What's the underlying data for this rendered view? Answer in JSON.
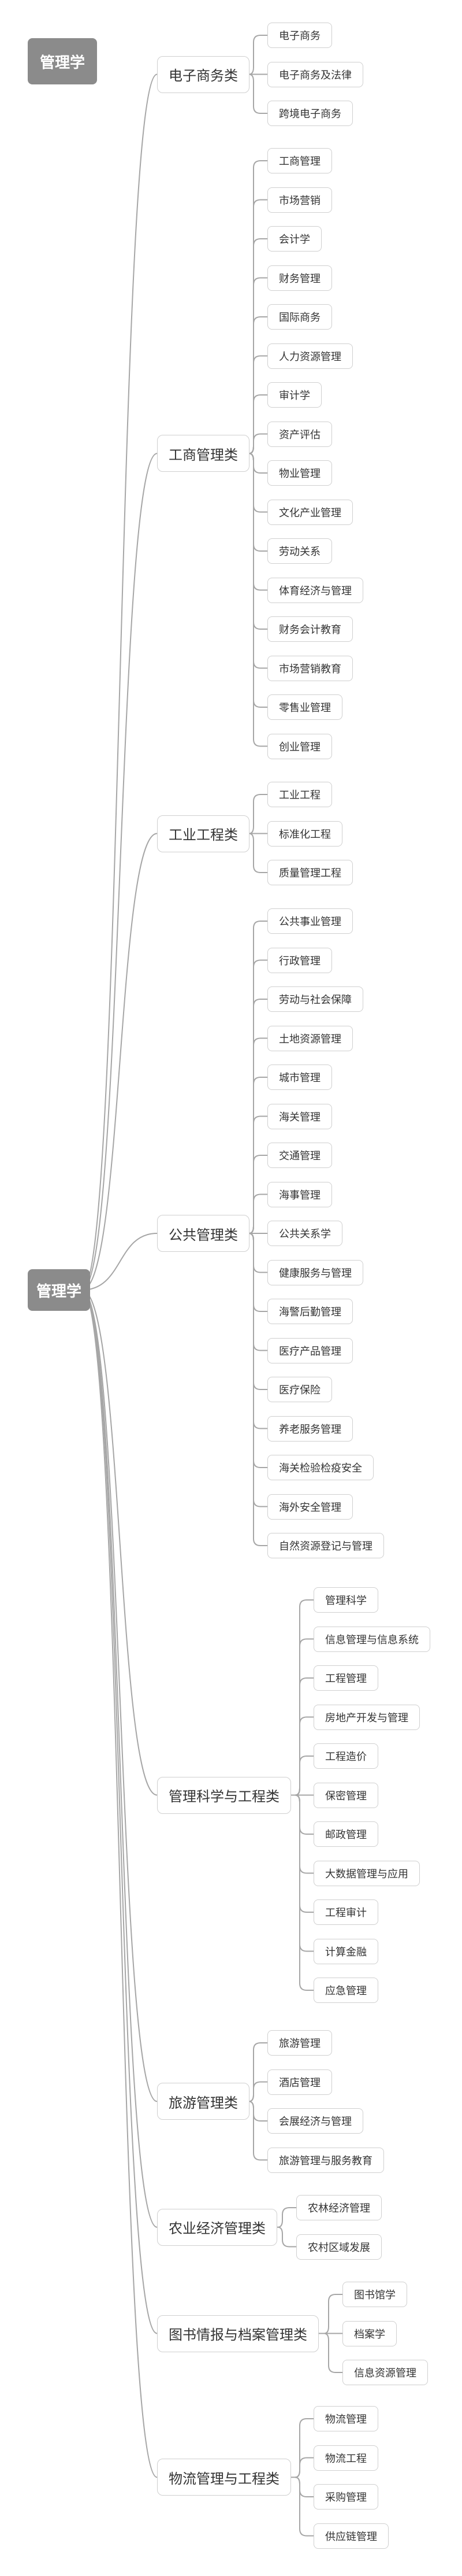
{
  "title": "管理学",
  "root": "管理学",
  "categories": [
    {
      "name": "电子商务类",
      "items": [
        "电子商务",
        "电子商务及法律",
        "跨境电子商务"
      ]
    },
    {
      "name": "工商管理类",
      "items": [
        "工商管理",
        "市场营销",
        "会计学",
        "财务管理",
        "国际商务",
        "人力资源管理",
        "审计学",
        "资产评估",
        "物业管理",
        "文化产业管理",
        "劳动关系",
        "体育经济与管理",
        "财务会计教育",
        "市场营销教育",
        "零售业管理",
        "创业管理"
      ]
    },
    {
      "name": "工业工程类",
      "items": [
        "工业工程",
        "标准化工程",
        "质量管理工程"
      ]
    },
    {
      "name": "公共管理类",
      "items": [
        "公共事业管理",
        "行政管理",
        "劳动与社会保障",
        "土地资源管理",
        "城市管理",
        "海关管理",
        "交通管理",
        "海事管理",
        "公共关系学",
        "健康服务与管理",
        "海警后勤管理",
        "医疗产品管理",
        "医疗保险",
        "养老服务管理",
        "海关检验检疫安全",
        "海外安全管理",
        "自然资源登记与管理"
      ]
    },
    {
      "name": "管理科学与工程类",
      "items": [
        "管理科学",
        "信息管理与信息系统",
        "工程管理",
        "房地产开发与管理",
        "工程造价",
        "保密管理",
        "邮政管理",
        "大数据管理与应用",
        "工程审计",
        "计算金融",
        "应急管理"
      ]
    },
    {
      "name": "旅游管理类",
      "items": [
        "旅游管理",
        "酒店管理",
        "会展经济与管理",
        "旅游管理与服务教育"
      ]
    },
    {
      "name": "农业经济管理类",
      "items": [
        "农林经济管理",
        "农村区域发展"
      ]
    },
    {
      "name": "图书情报与档案管理类",
      "items": [
        "图书馆学",
        "档案学",
        "信息资源管理"
      ]
    },
    {
      "name": "物流管理与工程类",
      "items": [
        "物流管理",
        "物流工程",
        "采购管理",
        "供应链管理"
      ]
    }
  ]
}
